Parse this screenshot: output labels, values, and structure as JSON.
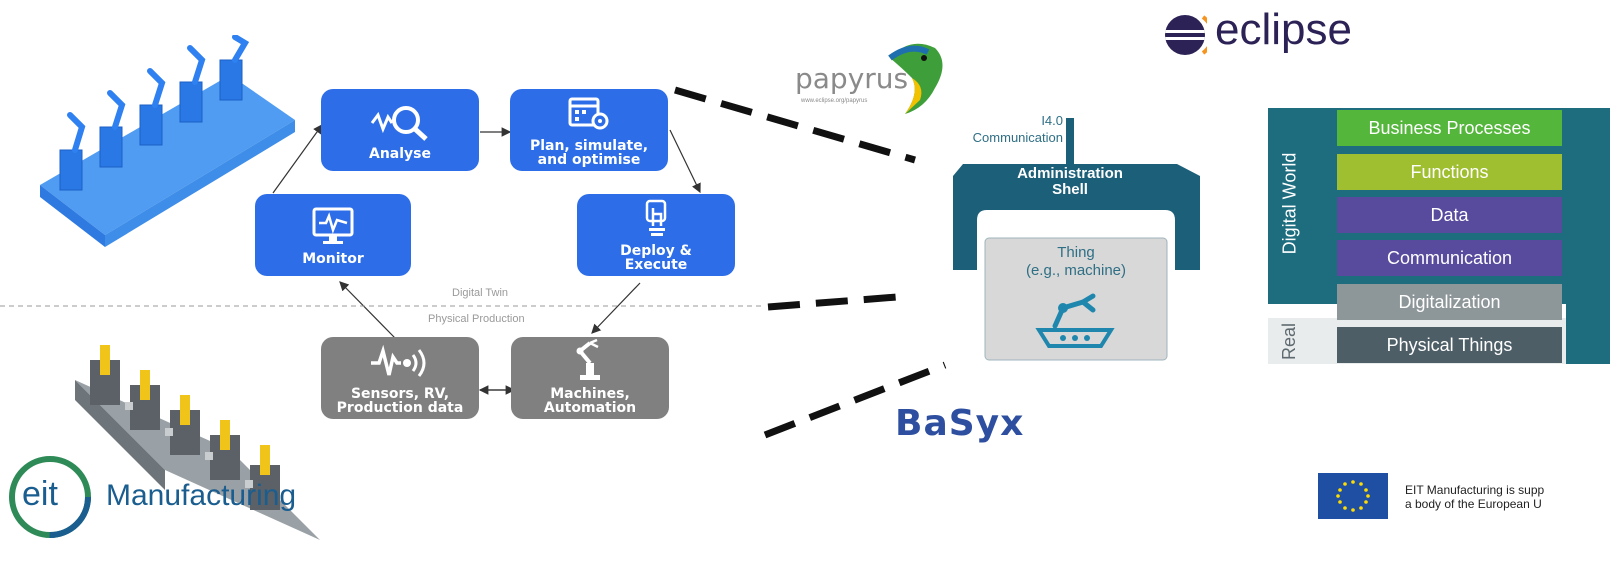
{
  "cycle": {
    "analyse": "Analyse",
    "plan_line1": "Plan, simulate,",
    "plan_line2": "and optimise",
    "monitor": "Monitor",
    "deploy_line1": "Deploy &",
    "deploy_line2": "Execute",
    "sensors_line1": "Sensors, RV,",
    "sensors_line2": "Production data",
    "machines_line1": "Machines,",
    "machines_line2": "Automation",
    "digital_twin": "Digital Twin",
    "physical_production": "Physical Production"
  },
  "logos": {
    "eclipse": "eclipse",
    "papyrus": "papyrus",
    "papyrus_url": "www.eclipse.org/papyrus",
    "basyx": "BaSyx",
    "eit": "eit",
    "eit_word": "Manufacturing"
  },
  "admin_shell": {
    "comm_line1": "I4.0",
    "comm_line2": "Communication",
    "title_line1": "Administration",
    "title_line2": "Shell",
    "thing_line1": "Thing",
    "thing_line2": "(e.g., machine)"
  },
  "rami": {
    "digital_world": "Digital World",
    "real": "Real",
    "rows": [
      "Business Processes",
      "Functions",
      "Data",
      "Communication",
      "Digitalization",
      "Physical Things"
    ],
    "colors": [
      "#55b63c",
      "#9fbf30",
      "#584a9c",
      "#584a9c",
      "#8d9699",
      "#4e5e66"
    ]
  },
  "eu": {
    "line1": "EIT Manufacturing is supp",
    "line2": "a body of the European U"
  },
  "colors": {
    "cycle_blue": "#2d6ee8",
    "cycle_grey": "#808080",
    "shell_teal": "#1c5f78",
    "rami_frame": "#1d6d7f"
  }
}
